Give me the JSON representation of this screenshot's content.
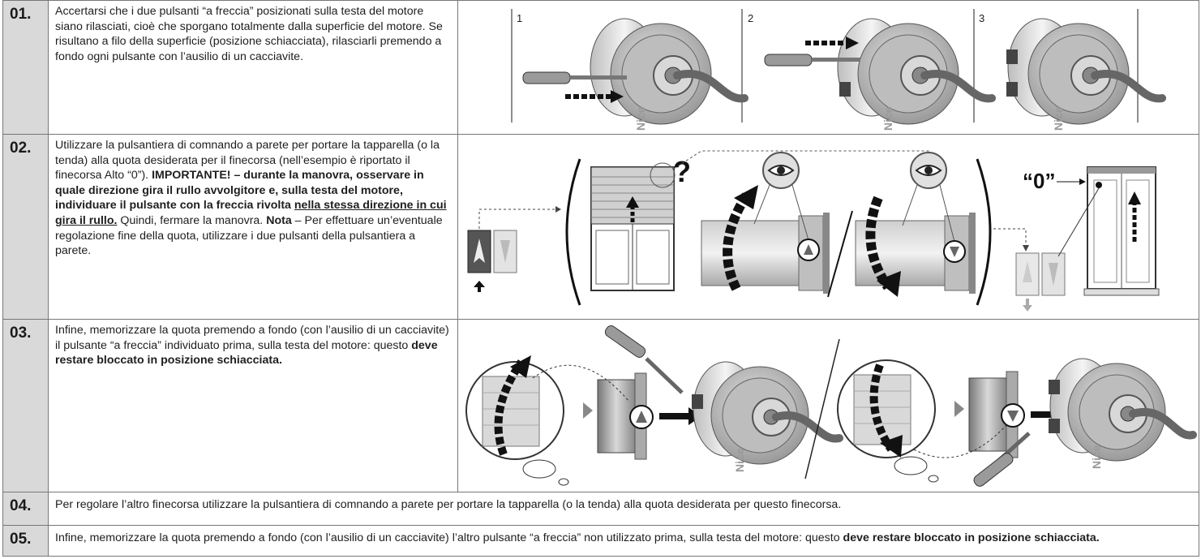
{
  "steps": [
    {
      "num": "01.",
      "text": "Accertarsi che i due pulsanti “a freccia” posizionati sulla testa del motore siano rilasciati, cioè che sporgano totalmente dalla superficie del motore. Se risultano a filo della superficie (posizione schiacciata), rilasciarli premendo a fondo ogni pulsante con l’ausilio di un cacciavite.",
      "panels": [
        "1",
        "2",
        "3"
      ],
      "brand": "Nice"
    },
    {
      "num": "02.",
      "text_a": "Utilizzare la pulsantiera di comnando a parete per portare la tapparella (o la tenda) alla quota desiderata per il finecorsa (nell’esempio è riportato il finecorsa Alto “0”). ",
      "text_b": "IMPORTANTE! – durante la manovra, osservare in quale direzione gira il rullo avvolgitore e, sulla testa del motore, individuare il pulsante con la freccia rivolta ",
      "text_c": "nella stessa direzione in cui gira il rullo.",
      "text_d": " Quindi, fermare la manovra. ",
      "text_e": "Nota",
      "text_f": " – Per effettuare un’eventuale regolazione fine della quota, utilizzare i due pulsanti della pulsantiera a parete.",
      "question": "?",
      "zero_label": "“0”"
    },
    {
      "num": "03.",
      "text_a": "Infine, memorizzare la quota premendo a fondo (con l’ausilio di un cacciavite) il pulsante “a freccia” individuato prima, sulla testa del motore: questo ",
      "text_b": "deve restare bloccato in posizione schiacciata.",
      "brand": "Nice"
    },
    {
      "num": "04.",
      "text": "Per regolare l’altro finecorsa utilizzare la pulsantiera di comnando a parete per portare la tapparella (o la tenda) alla quota desiderata per questo finecorsa."
    },
    {
      "num": "05.",
      "text_a": "Infine, memorizzare la quota premendo a fondo (con l’ausilio di un cacciavite) l’altro pulsante “a freccia” non utilizzato prima, sulla testa del motore: questo ",
      "text_b": "deve restare bloccato in posizione schiacciata."
    }
  ]
}
